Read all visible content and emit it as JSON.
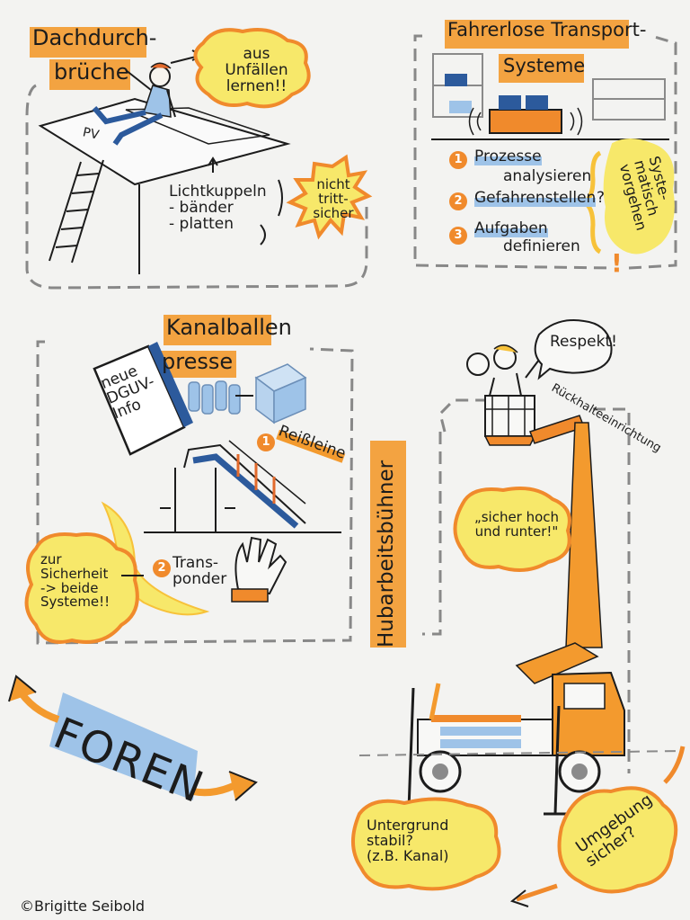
{
  "sections": {
    "roof": {
      "title_line1": "Dachdurch-",
      "title_line2": "brüche",
      "pv_label": "PV",
      "callout": "aus Unfällen\nlernen!!",
      "list": "Lichtkuppeln\n- bänder\n- platten",
      "warning": "nicht\ntritt-\nsicher"
    },
    "fts": {
      "title_line1": "Fahrerlose Transport-",
      "title_line2": "Systeme",
      "steps": [
        {
          "num": "1",
          "label": "Prozesse",
          "sub": "analysieren"
        },
        {
          "num": "2",
          "label": "Gefahrenstellen",
          "sub": "?"
        },
        {
          "num": "3",
          "label": "Aufgaben",
          "sub": "definieren"
        }
      ],
      "side_note": "Syste-\nmatisch\nvorgehen",
      "exclaim": "!"
    },
    "kanal": {
      "title_line1": "Kanalballen",
      "title_line2": "presse",
      "book": "neue\nDGUV-\nInfo",
      "reissleine_num": "1",
      "reissleine": "Reißleine",
      "transponder_num": "2",
      "transponder": "Trans-\nponder",
      "callout": "zur\nSicherheit\n-> beide\nSysteme!!"
    },
    "hub": {
      "title": "Hubarbeitsbühner",
      "respekt": "Respekt!",
      "rueckhalt": "Rückhalteeinrichtung",
      "quote": "„sicher hoch\nund runter!\"",
      "untergrund": "Untergrund\nstabil?\n(z.B. Kanal)",
      "umgebung": "Umgebung\nsicher?"
    },
    "foren": "FOREN"
  },
  "credit": "©Brigitte Seibold",
  "colors": {
    "orange": "#f08a2c",
    "yellow": "#f7e86a",
    "blue": "#9ec3e8",
    "darkblue": "#2c5a9c",
    "ink": "#1c1c1c",
    "gray": "#8a8a8a"
  }
}
